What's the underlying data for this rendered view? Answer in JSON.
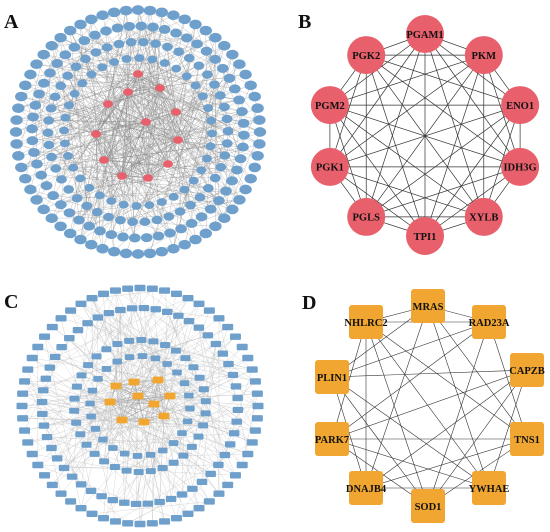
{
  "panels": {
    "A": {
      "letter": "A"
    },
    "B": {
      "letter": "B",
      "nodes": [
        "PGAM1",
        "PKM",
        "ENO1",
        "IDH3G",
        "XYLB",
        "TPI1",
        "PGLS",
        "PGK1",
        "PGM2",
        "PGK2"
      ]
    },
    "C": {
      "letter": "C"
    },
    "D": {
      "letter": "D",
      "nodes": [
        "MRAS",
        "RAD23A",
        "CAPZB",
        "TNS1",
        "YWHAE",
        "SOD1",
        "DNAJB4",
        "PARK7",
        "PLIN1",
        "NHLRC2"
      ]
    }
  },
  "colors": {
    "hub_red": "#e8606c",
    "hub_orange": "#f0a630",
    "periphery_blue": "#6fa0cc",
    "edge_gray": "#8a8a8a",
    "edge_dark": "#333333"
  }
}
